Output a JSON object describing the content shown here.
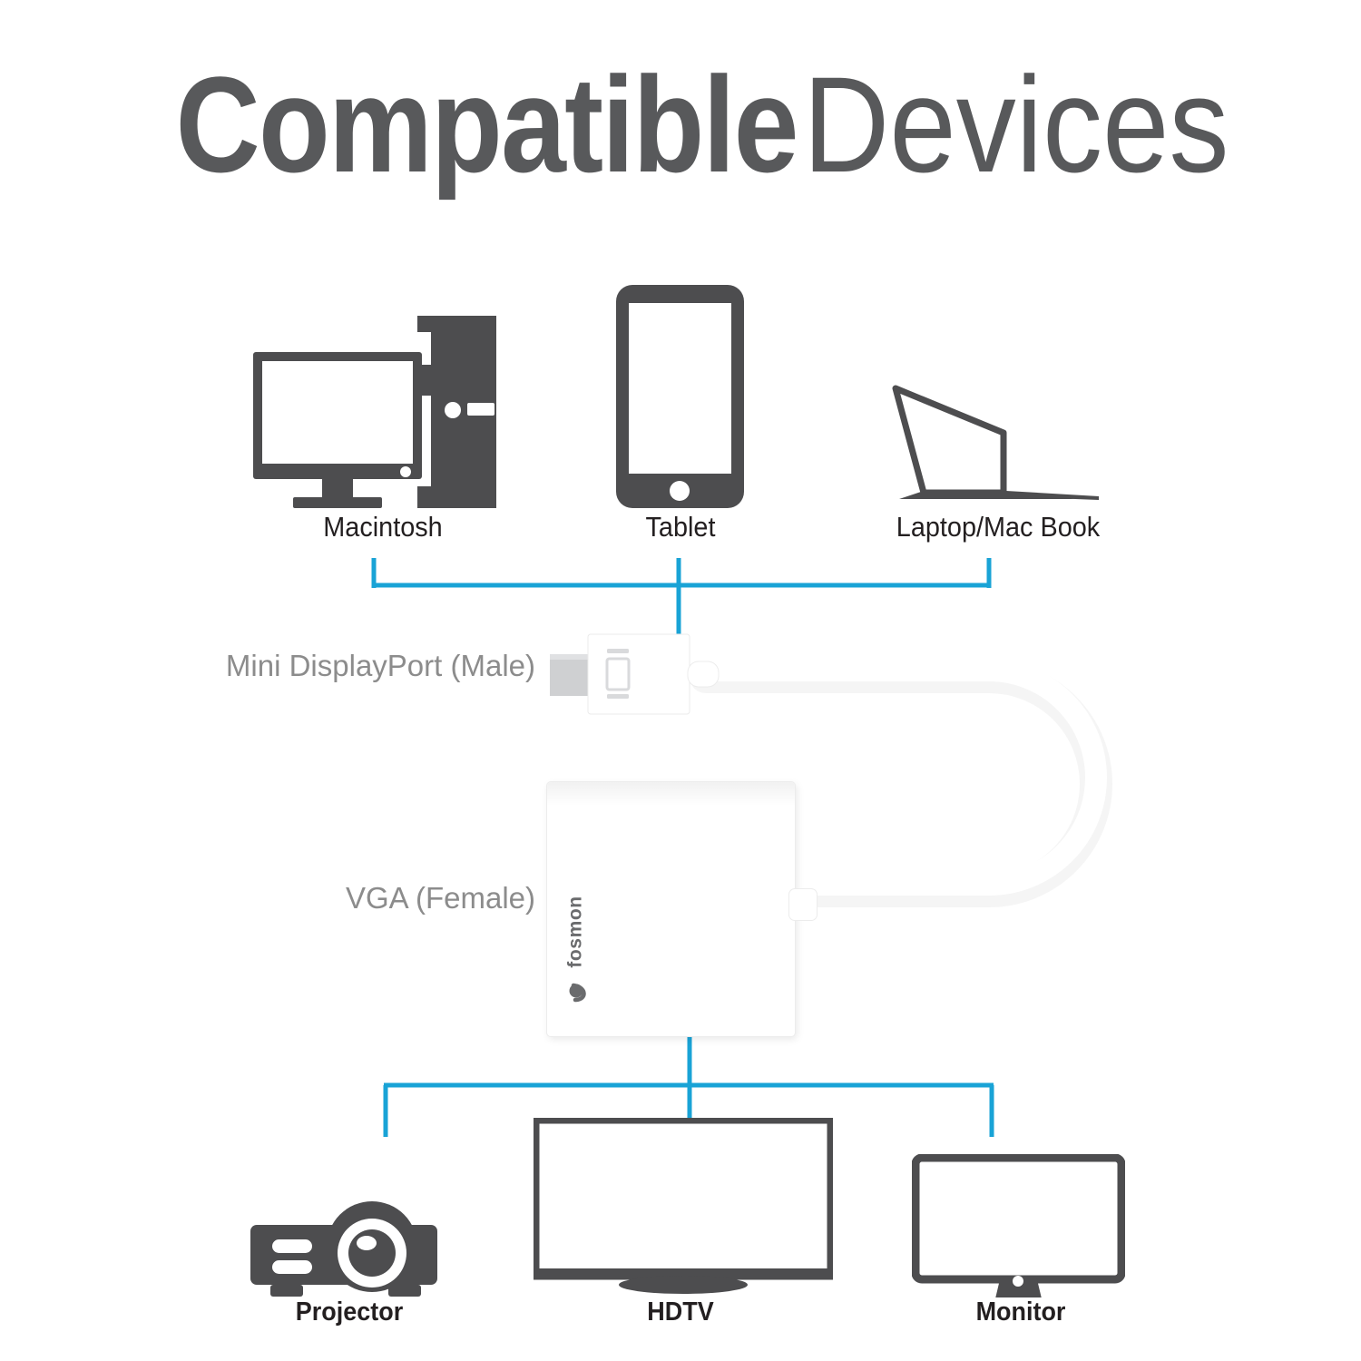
{
  "page": {
    "background_color": "#ffffff",
    "accent_blue": "#19a3d6",
    "icon_gray": "#4d4d4f",
    "label_gray": "#8c8c8c",
    "title_gray": "#58595b"
  },
  "title": {
    "strong": "Compatible",
    "light": "Devices"
  },
  "source_devices": [
    {
      "id": "macintosh",
      "label": "Macintosh",
      "icon": "desktop-computer-icon"
    },
    {
      "id": "tablet",
      "label": "Tablet",
      "icon": "tablet-icon"
    },
    {
      "id": "laptop",
      "label": "Laptop/Mac Book",
      "icon": "laptop-icon"
    }
  ],
  "adapter": {
    "brand": "fosmon",
    "input_port_label": "Mini DisplayPort (Male)",
    "output_port_label": "VGA (Female)"
  },
  "output_devices": [
    {
      "id": "projector",
      "label": "Projector",
      "icon": "projector-icon"
    },
    {
      "id": "hdtv",
      "label": "HDTV",
      "icon": "tv-icon"
    },
    {
      "id": "monitor",
      "label": "Monitor",
      "icon": "monitor-icon"
    }
  ]
}
